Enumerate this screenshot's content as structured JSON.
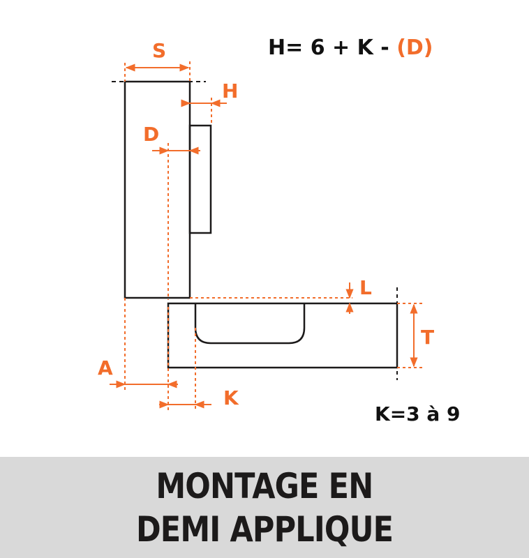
{
  "formula": {
    "prefix": "H= 6 + K - ",
    "highlight": "(D)"
  },
  "labels": {
    "S": "S",
    "H": "H",
    "D": "D",
    "L": "L",
    "T": "T",
    "A": "A",
    "K": "K"
  },
  "k_range": "K=3 à 9",
  "title": {
    "line1": "MONTAGE EN",
    "line2": "DEMI APPLIQUE"
  },
  "colors": {
    "accent": "#f26d2b",
    "line": "#1c1a1a",
    "banner_bg": "#d9d9d9"
  }
}
